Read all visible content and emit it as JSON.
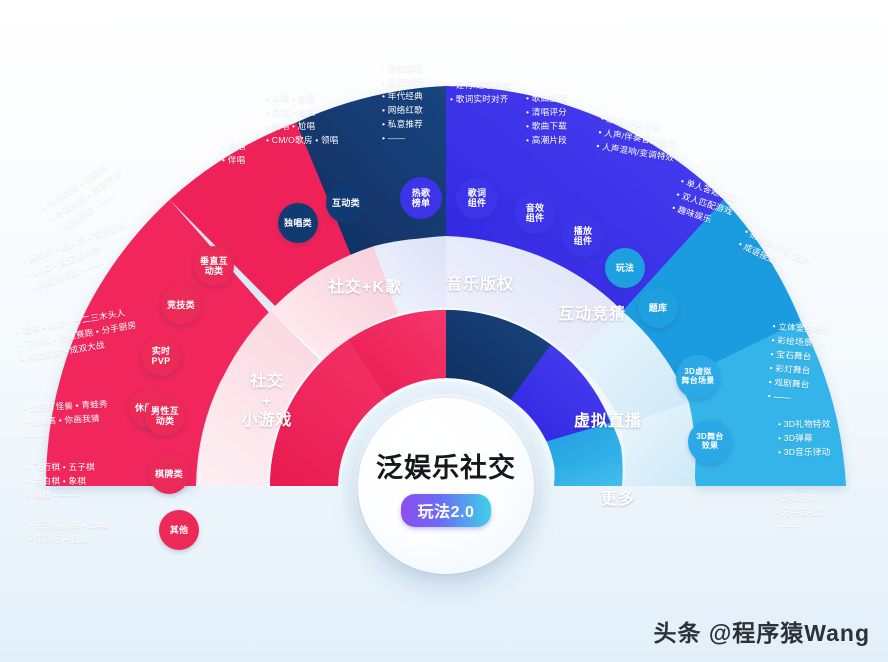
{
  "center": {
    "title": "泛娱乐社交",
    "badge": "玩法2.0"
  },
  "watermark": "头条 @程序猿Wang",
  "colors": {
    "pink": "#ec2a58",
    "pink_light": "#fbdbe4",
    "navy": "#123a72",
    "blue": "#3c34e8",
    "blue_light": "#dfe4f8",
    "cyan": "#1e9fe0",
    "cyan_light": "#daeef9",
    "cyan_pale": "#8fd3f0",
    "badge_gradient_from": "#8e4df0",
    "badge_gradient_to": "#3fd0e8"
  },
  "sectors": [
    {
      "id": "social-minigame",
      "label": "社交\n+\n小游戏",
      "label_lines": [
        "社交",
        "+",
        "小游戏"
      ],
      "color": "#ec2a58"
    },
    {
      "id": "social-ktv",
      "label": "社交+K歌",
      "label_lines": [
        "社交+K歌"
      ],
      "color": "#123a72"
    },
    {
      "id": "music-copyright",
      "label": "音乐版权",
      "label_lines": [
        "音乐版权"
      ],
      "color": "#3c34e8"
    },
    {
      "id": "interactive-quiz",
      "label": "互动竞猜",
      "label_lines": [
        "互动竞猜"
      ],
      "color": "#1e9fe0"
    },
    {
      "id": "virtual-live",
      "label": "虚拟直播",
      "label_lines": [
        "虚拟直播"
      ],
      "color": "#29a9e4"
    },
    {
      "id": "more",
      "label": "更多",
      "label_lines": [
        "更多"
      ],
      "color": "#6ec4ea"
    }
  ],
  "bubbles": {
    "minigame": [
      {
        "label_lines": [
          "垂直互",
          "动类"
        ],
        "color": "pink"
      },
      {
        "label_lines": [
          "竞技类"
        ],
        "color": "pink"
      },
      {
        "label_lines": [
          "实时",
          "PVP"
        ],
        "color": "pink"
      },
      {
        "label_lines": [
          "休闲类"
        ],
        "color": "pink"
      },
      {
        "label_lines": [
          "男性互",
          "动类"
        ],
        "color": "pink"
      },
      {
        "label_lines": [
          "棋牌类"
        ],
        "color": "pink"
      },
      {
        "label_lines": [
          "其他"
        ],
        "color": "pink"
      }
    ],
    "ktv": [
      {
        "label_lines": [
          "独唱类"
        ],
        "color": "navy"
      },
      {
        "label_lines": [
          "互动类"
        ],
        "color": "navy"
      }
    ],
    "music": [
      {
        "label_lines": [
          "热歌",
          "榜单"
        ],
        "color": "blue"
      },
      {
        "label_lines": [
          "歌词",
          "组件"
        ],
        "color": "blue"
      },
      {
        "label_lines": [
          "音效",
          "组件"
        ],
        "color": "blue"
      },
      {
        "label_lines": [
          "播放",
          "组件"
        ],
        "color": "blue"
      }
    ],
    "quiz": [
      {
        "label_lines": [
          "玩法"
        ],
        "color": "cyan"
      },
      {
        "label_lines": [
          "题库"
        ],
        "color": "cyan"
      }
    ],
    "virtual": [
      {
        "label_lines": [
          "3D虚拟",
          "舞台场景"
        ],
        "color": "cyan2"
      },
      {
        "label_lines": [
          "3D舞台",
          "效果"
        ],
        "color": "cyan2"
      }
    ]
  },
  "item_groups": [
    {
      "id": "minigame-vertical",
      "lines": [
        "• 夺高数钱 • 记数词",
        "• 夺演数钱 • 数字符号",
        "• 唱歌接题  • ——"
      ]
    },
    {
      "id": "minigame-competitive",
      "lines": [
        "• 赛车杀 • 狼人杀 • 谁是卧底",
        "• UNO • 太空狼人杀",
        "• 真星海笑题  • ——"
      ]
    },
    {
      "id": "minigame-pvp",
      "lines": [
        "• 吃鸡 • 桌球 • 一二三木头人",
        "• 飞行棋 • 竞速赛跑 • 分手厨房",
        "• 互砍闯关 • 成双大战"
      ]
    },
    {
      "id": "minigame-casual",
      "lines": [
        "• 全民打怪兽 • 青蛙秀",
        "• 叠高高 • 你画我猜",
        "• ——"
      ]
    },
    {
      "id": "minigame-board",
      "lines": [
        "• 飞行棋 • 五子棋",
        "• 黑白棋 • 象棋",
        "• 跳棋    • ——"
      ]
    },
    {
      "id": "minigame-other",
      "lines": [
        "• 石头剪刀布 • 2048",
        "• 消消乐 • 扫雷"
      ]
    },
    {
      "id": "ktv-solo",
      "lines": [
        "• 录唱",
        "• 伴唱"
      ]
    },
    {
      "id": "ktv-interactive",
      "lines": [
        "• 斗唱    • 合唱",
        "• 点唱    • 抢唱",
        "• 接唱    • 尬唱",
        "• CM/O歌房 • 领唱"
      ]
    },
    {
      "id": "music-hotlist",
      "lines": [
        "• 热歌推荐",
        "• 最新流行",
        "• 年代经典",
        "• 网络红歌",
        "• 私意推荐",
        "• ——"
      ]
    },
    {
      "id": "music-lyric",
      "lines": [
        "• 逐行/逐字播放",
        "• 歌词实时对齐"
      ]
    },
    {
      "id": "music-effect",
      "lines": [
        "• 歌曲搜索",
        "• 清唱评分",
        "• 歌曲下载",
        "• 高潮片段"
      ]
    },
    {
      "id": "music-player",
      "lines": [
        "• 原唱/伴奏切换",
        "• 人声/伴奏音量调节",
        "• 人声混响/变调特效"
      ]
    },
    {
      "id": "quiz-play",
      "lines": [
        "• 单人答题匹配",
        "• 双人匹配游戏",
        "• 趣味娱乐"
      ]
    },
    {
      "id": "quiz-bank",
      "lines": [
        "• 猜电影/歌名/图片",
        "• 成语接龙"
      ]
    },
    {
      "id": "virtual-stage",
      "lines": [
        "• 立体室内场景",
        "• 彩绘场景",
        "• 宝石舞台",
        "• 彩灯舞台",
        "• 戏剧舞台",
        "• ——"
      ]
    },
    {
      "id": "virtual-effect",
      "lines": [
        "• 3D礼物特效",
        "• 3D弹幕",
        "• 3D音乐律动"
      ]
    },
    {
      "id": "more-items",
      "lines": [
        "• 虚拟形象",
        "• 元宇宙社交",
        "• ——"
      ]
    }
  ]
}
